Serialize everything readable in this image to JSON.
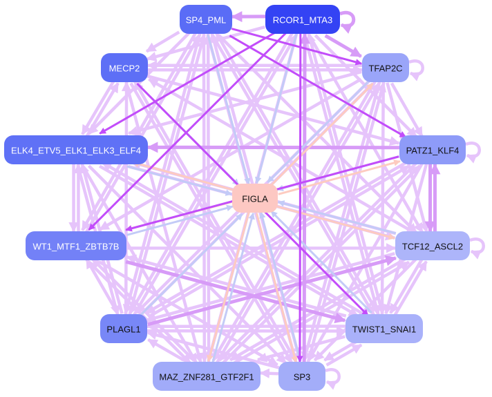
{
  "title": "Transcription factor regulatory network",
  "colors": {
    "edge_light": "#e6c4fb",
    "edge_mid": "#d79bf7",
    "edge_strong": "#c24dfa",
    "edge_blue": "#c3cbf7",
    "edge_salmon": "#fdcbc0"
  },
  "nodes": [
    {
      "id": "SP4_PML",
      "label": "SP4_PML",
      "fill": "#5a6cf6",
      "text": "#ffffff"
    },
    {
      "id": "RCOR1_MTA3",
      "label": "RCOR1_MTA3",
      "fill": "#3443f4",
      "text": "#ffffff"
    },
    {
      "id": "MECP2",
      "label": "MECP2",
      "fill": "#5d6ff6",
      "text": "#ffffff"
    },
    {
      "id": "TFAP2C",
      "label": "TFAP2C",
      "fill": "#9aa5f9",
      "text": "#111111"
    },
    {
      "id": "ELK4",
      "label": "ELK4_ETV5_ELK1_ELK3_ELF4",
      "fill": "#5f71f6",
      "text": "#ffffff"
    },
    {
      "id": "PATZ1_KLF4",
      "label": "PATZ1_KLF4",
      "fill": "#8e9bf8",
      "text": "#111111"
    },
    {
      "id": "FIGLA",
      "label": "FIGLA",
      "fill": "#fdc8c3",
      "text": "#111111"
    },
    {
      "id": "WT1",
      "label": "WT1_MTF1_ZBTB7B",
      "fill": "#7381f7",
      "text": "#ffffff"
    },
    {
      "id": "TCF12_ASCL2",
      "label": "TCF12_ASCL2",
      "fill": "#adb5fa",
      "text": "#111111"
    },
    {
      "id": "PLAGL1",
      "label": "PLAGL1",
      "fill": "#7887f7",
      "text": "#111111"
    },
    {
      "id": "TWIST1_SNAI1",
      "label": "TWIST1_SNAI1",
      "fill": "#a9b1fa",
      "text": "#111111"
    },
    {
      "id": "MAZ",
      "label": "MAZ_ZNF281_GTF2F1",
      "fill": "#a1abf9",
      "text": "#111111"
    },
    {
      "id": "SP3",
      "label": "SP3",
      "fill": "#a3adf9",
      "text": "#111111"
    }
  ],
  "edges": [
    {
      "from": "RCOR1_MTA3",
      "to": "SP4_PML",
      "weight": "mid"
    },
    {
      "from": "RCOR1_MTA3",
      "to": "RCOR1_MTA3",
      "weight": "mid"
    },
    {
      "from": "TFAP2C",
      "to": "TFAP2C",
      "weight": "light"
    },
    {
      "from": "PATZ1_KLF4",
      "to": "PATZ1_KLF4",
      "weight": "light"
    },
    {
      "from": "TCF12_ASCL2",
      "to": "TCF12_ASCL2",
      "weight": "light"
    },
    {
      "from": "SP3",
      "to": "SP3",
      "weight": "light"
    },
    {
      "from": "SP4_PML",
      "to": "TFAP2C",
      "weight": "strong"
    },
    {
      "from": "SP4_PML",
      "to": "PATZ1_KLF4",
      "weight": "strong"
    },
    {
      "from": "RCOR1_MTA3",
      "to": "WT1",
      "weight": "strong"
    },
    {
      "from": "RCOR1_MTA3",
      "to": "ELK4",
      "weight": "strong"
    },
    {
      "from": "RCOR1_MTA3",
      "to": "SP3",
      "weight": "strong"
    },
    {
      "from": "RCOR1_MTA3",
      "to": "TFAP2C",
      "weight": "mid"
    },
    {
      "from": "MECP2",
      "to": "TWIST1_SNAI1",
      "weight": "strong"
    },
    {
      "from": "PATZ1_KLF4",
      "to": "WT1",
      "weight": "strong"
    },
    {
      "from": "PATZ1_KLF4",
      "to": "ELK4",
      "weight": "mid"
    },
    {
      "from": "SP4_PML",
      "to": "MECP2",
      "weight": "light"
    },
    {
      "from": "SP4_PML",
      "to": "ELK4",
      "weight": "light"
    },
    {
      "from": "SP4_PML",
      "to": "WT1",
      "weight": "light"
    },
    {
      "from": "SP4_PML",
      "to": "PLAGL1",
      "weight": "light"
    },
    {
      "from": "SP4_PML",
      "to": "MAZ",
      "weight": "light"
    },
    {
      "from": "SP4_PML",
      "to": "SP3",
      "weight": "light"
    },
    {
      "from": "SP4_PML",
      "to": "TWIST1_SNAI1",
      "weight": "light"
    },
    {
      "from": "SP4_PML",
      "to": "TCF12_ASCL2",
      "weight": "light"
    },
    {
      "from": "RCOR1_MTA3",
      "to": "MECP2",
      "weight": "light"
    },
    {
      "from": "RCOR1_MTA3",
      "to": "PLAGL1",
      "weight": "light"
    },
    {
      "from": "RCOR1_MTA3",
      "to": "MAZ",
      "weight": "light"
    },
    {
      "from": "RCOR1_MTA3",
      "to": "TWIST1_SNAI1",
      "weight": "light"
    },
    {
      "from": "RCOR1_MTA3",
      "to": "TCF12_ASCL2",
      "weight": "light"
    },
    {
      "from": "RCOR1_MTA3",
      "to": "PATZ1_KLF4",
      "weight": "light"
    },
    {
      "from": "MECP2",
      "to": "ELK4",
      "weight": "light"
    },
    {
      "from": "ELK4",
      "to": "MECP2",
      "weight": "light"
    },
    {
      "from": "MECP2",
      "to": "TFAP2C",
      "weight": "light"
    },
    {
      "from": "MECP2",
      "to": "PATZ1_KLF4",
      "weight": "light"
    },
    {
      "from": "MECP2",
      "to": "MAZ",
      "weight": "light"
    },
    {
      "from": "MECP2",
      "to": "SP3",
      "weight": "light"
    },
    {
      "from": "TFAP2C",
      "to": "MECP2",
      "weight": "light"
    },
    {
      "from": "TFAP2C",
      "to": "PATZ1_KLF4",
      "weight": "light"
    },
    {
      "from": "TFAP2C",
      "to": "ELK4",
      "weight": "light"
    },
    {
      "from": "TFAP2C",
      "to": "WT1",
      "weight": "light"
    },
    {
      "from": "TFAP2C",
      "to": "PLAGL1",
      "weight": "light"
    },
    {
      "from": "TFAP2C",
      "to": "MAZ",
      "weight": "light"
    },
    {
      "from": "TFAP2C",
      "to": "SP3",
      "weight": "light"
    },
    {
      "from": "TFAP2C",
      "to": "TWIST1_SNAI1",
      "weight": "light"
    },
    {
      "from": "TFAP2C",
      "to": "TCF12_ASCL2",
      "weight": "light"
    },
    {
      "from": "ELK4",
      "to": "WT1",
      "weight": "light"
    },
    {
      "from": "WT1",
      "to": "ELK4",
      "weight": "light"
    },
    {
      "from": "ELK4",
      "to": "TCF12_ASCL2",
      "weight": "light"
    },
    {
      "from": "ELK4",
      "to": "TWIST1_SNAI1",
      "weight": "light"
    },
    {
      "from": "ELK4",
      "to": "MAZ",
      "weight": "light"
    },
    {
      "from": "ELK4",
      "to": "SP3",
      "weight": "light"
    },
    {
      "from": "ELK4",
      "to": "PLAGL1",
      "weight": "light"
    },
    {
      "from": "PATZ1_KLF4",
      "to": "TCF12_ASCL2",
      "weight": "mid"
    },
    {
      "from": "TCF12_ASCL2",
      "to": "PATZ1_KLF4",
      "weight": "mid"
    },
    {
      "from": "PATZ1_KLF4",
      "to": "PLAGL1",
      "weight": "light"
    },
    {
      "from": "PATZ1_KLF4",
      "to": "MAZ",
      "weight": "light"
    },
    {
      "from": "PATZ1_KLF4",
      "to": "SP3",
      "weight": "light"
    },
    {
      "from": "PATZ1_KLF4",
      "to": "TWIST1_SNAI1",
      "weight": "light"
    },
    {
      "from": "WT1",
      "to": "TCF12_ASCL2",
      "weight": "light"
    },
    {
      "from": "WT1",
      "to": "TWIST1_SNAI1",
      "weight": "mid"
    },
    {
      "from": "WT1",
      "to": "SP3",
      "weight": "light"
    },
    {
      "from": "WT1",
      "to": "MAZ",
      "weight": "light"
    },
    {
      "from": "PLAGL1",
      "to": "WT1",
      "weight": "light"
    },
    {
      "from": "PLAGL1",
      "to": "TCF12_ASCL2",
      "weight": "mid"
    },
    {
      "from": "PLAGL1",
      "to": "TWIST1_SNAI1",
      "weight": "light"
    },
    {
      "from": "PLAGL1",
      "to": "PATZ1_KLF4",
      "weight": "light"
    },
    {
      "from": "PLAGL1",
      "to": "TFAP2C",
      "weight": "light"
    },
    {
      "from": "PLAGL1",
      "to": "ELK4",
      "weight": "light"
    },
    {
      "from": "PLAGL1",
      "to": "MECP2",
      "weight": "light"
    },
    {
      "from": "TWIST1_SNAI1",
      "to": "TCF12_ASCL2",
      "weight": "light"
    },
    {
      "from": "TWIST1_SNAI1",
      "to": "PLAGL1",
      "weight": "light"
    },
    {
      "from": "TWIST1_SNAI1",
      "to": "SP3",
      "weight": "light"
    },
    {
      "from": "TWIST1_SNAI1",
      "to": "MAZ",
      "weight": "light"
    },
    {
      "from": "TWIST1_SNAI1",
      "to": "ELK4",
      "weight": "light"
    },
    {
      "from": "TWIST1_SNAI1",
      "to": "WT1",
      "weight": "light"
    },
    {
      "from": "TCF12_ASCL2",
      "to": "TWIST1_SNAI1",
      "weight": "light"
    },
    {
      "from": "TCF12_ASCL2",
      "to": "SP3",
      "weight": "light"
    },
    {
      "from": "TCF12_ASCL2",
      "to": "MAZ",
      "weight": "light"
    },
    {
      "from": "TCF12_ASCL2",
      "to": "PLAGL1",
      "weight": "light"
    },
    {
      "from": "TCF12_ASCL2",
      "to": "ELK4",
      "weight": "light"
    },
    {
      "from": "TCF12_ASCL2",
      "to": "MECP2",
      "weight": "light"
    },
    {
      "from": "SP3",
      "to": "MAZ",
      "weight": "light"
    },
    {
      "from": "SP3",
      "to": "PLAGL1",
      "weight": "light"
    },
    {
      "from": "SP3",
      "to": "TWIST1_SNAI1",
      "weight": "light"
    },
    {
      "from": "SP3",
      "to": "SP4_PML",
      "weight": "light"
    },
    {
      "from": "SP3",
      "to": "MECP2",
      "weight": "light"
    },
    {
      "from": "MAZ",
      "to": "PLAGL1",
      "weight": "light"
    },
    {
      "from": "MAZ",
      "to": "SP4_PML",
      "weight": "light"
    },
    {
      "from": "MAZ",
      "to": "TFAP2C",
      "weight": "light"
    },
    {
      "from": "MAZ",
      "to": "PATZ1_KLF4",
      "weight": "light"
    },
    {
      "from": "MAZ",
      "to": "TCF12_ASCL2",
      "weight": "light"
    },
    {
      "from": "MAZ",
      "to": "WT1",
      "weight": "light"
    },
    {
      "from": "PLAGL1",
      "to": "SP4_PML",
      "weight": "light"
    },
    {
      "from": "PLAGL1",
      "to": "RCOR1_MTA3",
      "weight": "light"
    },
    {
      "from": "WT1",
      "to": "SP4_PML",
      "weight": "light"
    },
    {
      "from": "TWIST1_SNAI1",
      "to": "SP4_PML",
      "weight": "light"
    },
    {
      "from": "TWIST1_SNAI1",
      "to": "RCOR1_MTA3",
      "weight": "light"
    },
    {
      "from": "SP3",
      "to": "RCOR1_MTA3",
      "weight": "mid"
    },
    {
      "from": "SP3",
      "to": "TFAP2C",
      "weight": "light"
    },
    {
      "from": "SP4_PML",
      "to": "FIGLA",
      "weight": "blue"
    },
    {
      "from": "RCOR1_MTA3",
      "to": "FIGLA",
      "weight": "blue"
    },
    {
      "from": "MECP2",
      "to": "FIGLA",
      "weight": "blue"
    },
    {
      "from": "TFAP2C",
      "to": "FIGLA",
      "weight": "blue"
    },
    {
      "from": "PATZ1_KLF4",
      "to": "FIGLA",
      "weight": "blue"
    },
    {
      "from": "TCF12_ASCL2",
      "to": "FIGLA",
      "weight": "blue"
    },
    {
      "from": "TWIST1_SNAI1",
      "to": "FIGLA",
      "weight": "blue"
    },
    {
      "from": "SP3",
      "to": "FIGLA",
      "weight": "blue"
    },
    {
      "from": "MAZ",
      "to": "FIGLA",
      "weight": "blue"
    },
    {
      "from": "PLAGL1",
      "to": "FIGLA",
      "weight": "blue"
    },
    {
      "from": "WT1",
      "to": "FIGLA",
      "weight": "blue"
    },
    {
      "from": "ELK4",
      "to": "FIGLA",
      "weight": "blue"
    },
    {
      "from": "FIGLA",
      "to": "ELK4",
      "weight": "salmon"
    },
    {
      "from": "FIGLA",
      "to": "WT1",
      "weight": "salmon"
    },
    {
      "from": "FIGLA",
      "to": "TCF12_ASCL2",
      "weight": "salmon"
    },
    {
      "from": "FIGLA",
      "to": "SP3",
      "weight": "salmon"
    },
    {
      "from": "FIGLA",
      "to": "MAZ",
      "weight": "salmon"
    },
    {
      "from": "FIGLA",
      "to": "TFAP2C",
      "weight": "salmon"
    },
    {
      "from": "FIGLA",
      "to": "PATZ1_KLF4",
      "weight": "salmon"
    }
  ]
}
